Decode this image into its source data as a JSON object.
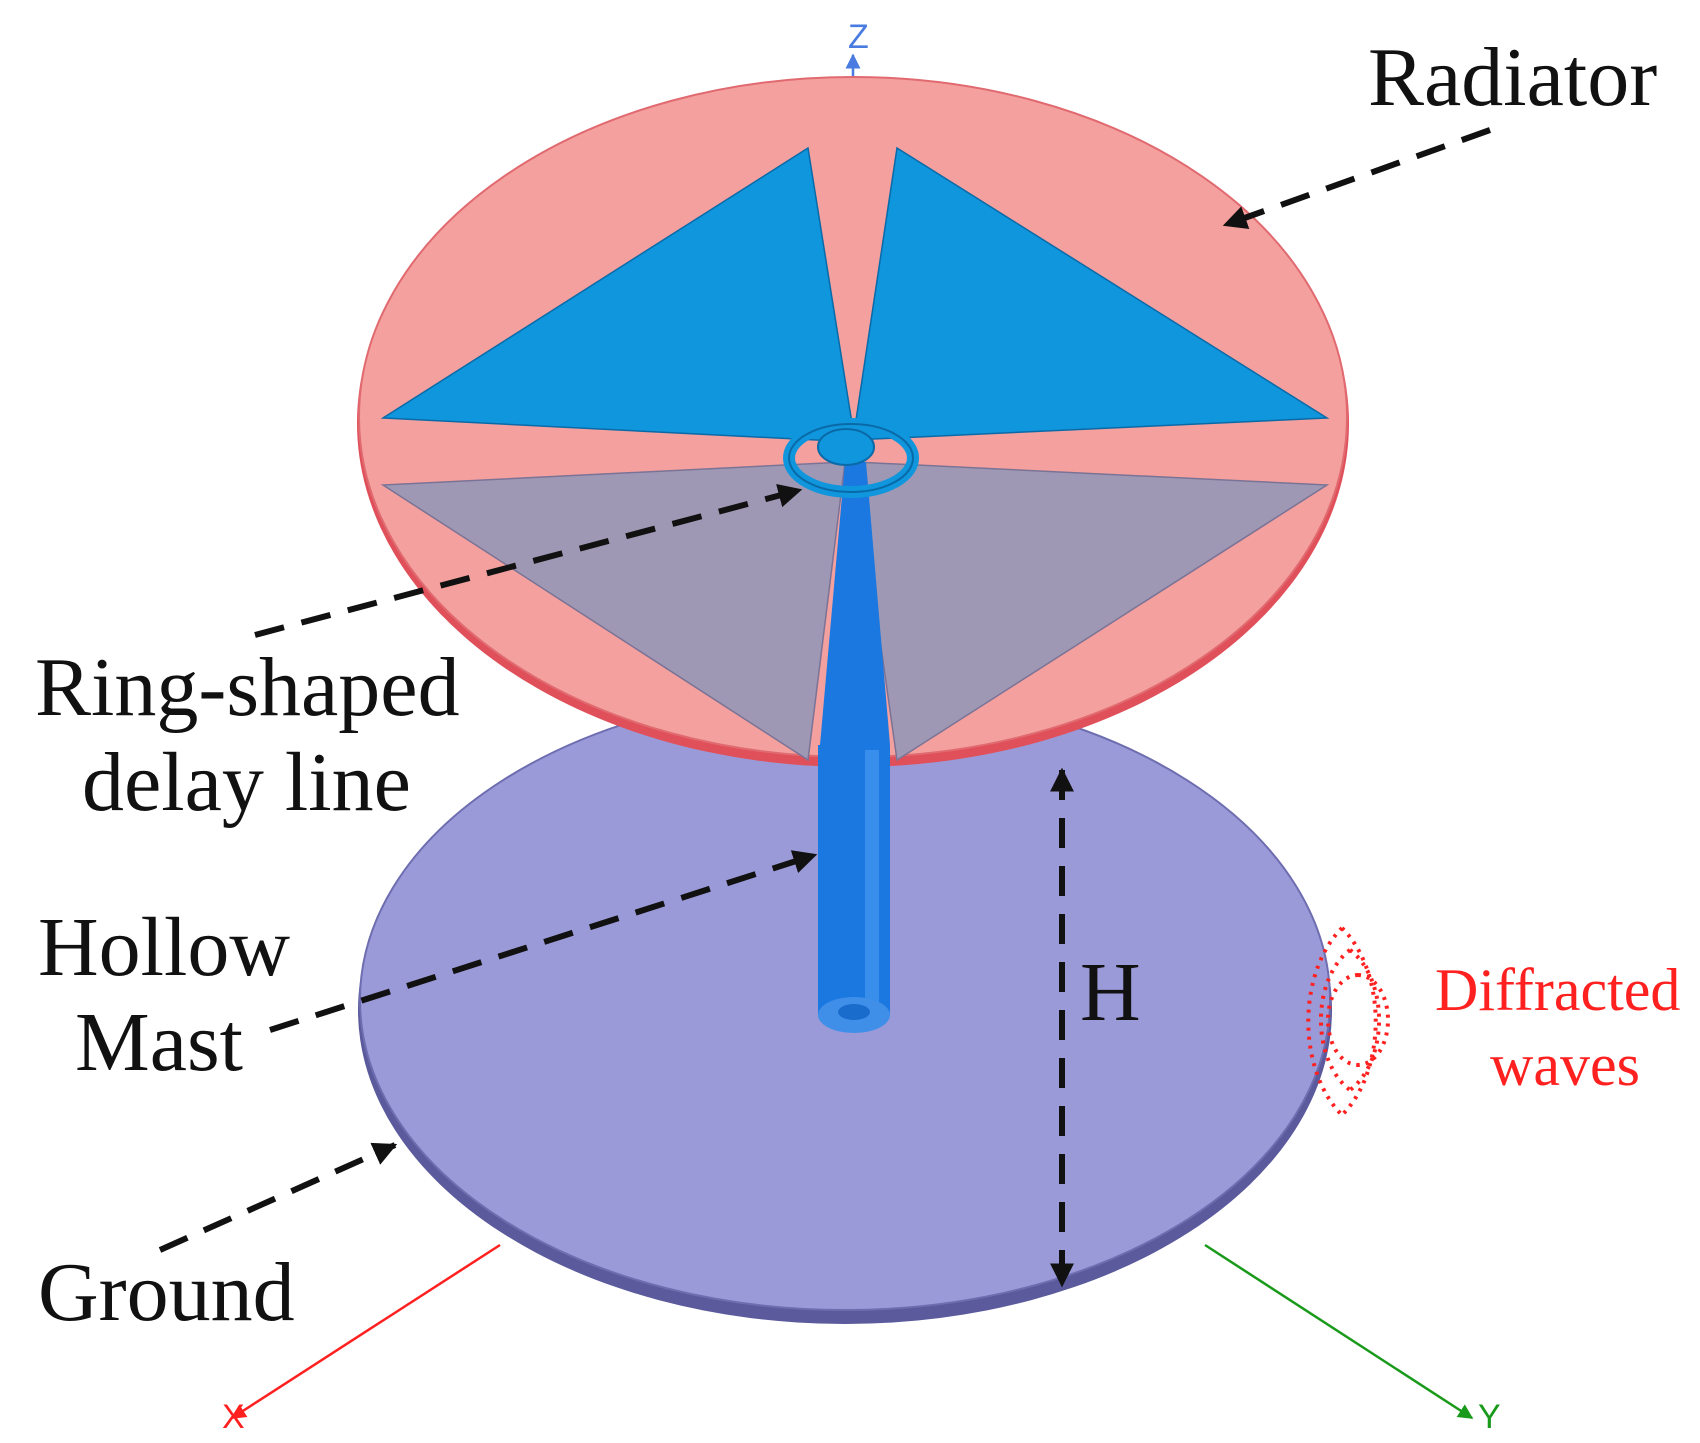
{
  "labels": {
    "radiator": "Radiator",
    "ring_line1": "Ring-shaped",
    "ring_line2": "delay line",
    "mast_line1": "Hollow",
    "mast_line2": "Mast",
    "ground": "Ground",
    "height": "H",
    "diffracted_line1": "Diffracted",
    "diffracted_line2": "waves"
  },
  "axes": {
    "x": "X",
    "y": "Y",
    "z": "Z"
  },
  "colors": {
    "radiator_disc": "#f4a09e",
    "radiator_edge": "#e0505a",
    "patch_top": "#0f96dc",
    "patch_bottom": "#9f98b4",
    "ground_disc": "#9b9ad9",
    "ground_edge": "#5a5a9c",
    "mast": "#1a78e0",
    "diffracted": "#ff2020",
    "x_axis": "#ff2020",
    "y_axis": "#1a9a1a",
    "z_axis": "#4a7be0",
    "leader": "#111111"
  }
}
